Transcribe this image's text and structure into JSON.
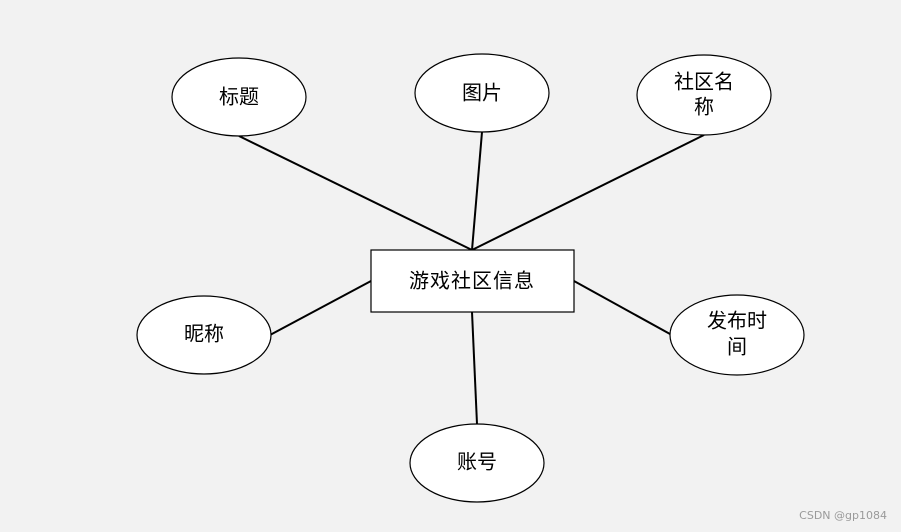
{
  "diagram": {
    "entity": {
      "label": "游戏社区信息"
    },
    "attributes": {
      "title": {
        "lines": [
          "标题"
        ]
      },
      "image": {
        "lines": [
          "图片"
        ]
      },
      "community_name": {
        "lines": [
          "社区名",
          "称"
        ]
      },
      "nickname": {
        "lines": [
          "昵称"
        ]
      },
      "publish_time": {
        "lines": [
          "发布时",
          "间"
        ]
      },
      "account": {
        "lines": [
          "账号"
        ]
      }
    }
  },
  "watermark": "CSDN @gp1084"
}
